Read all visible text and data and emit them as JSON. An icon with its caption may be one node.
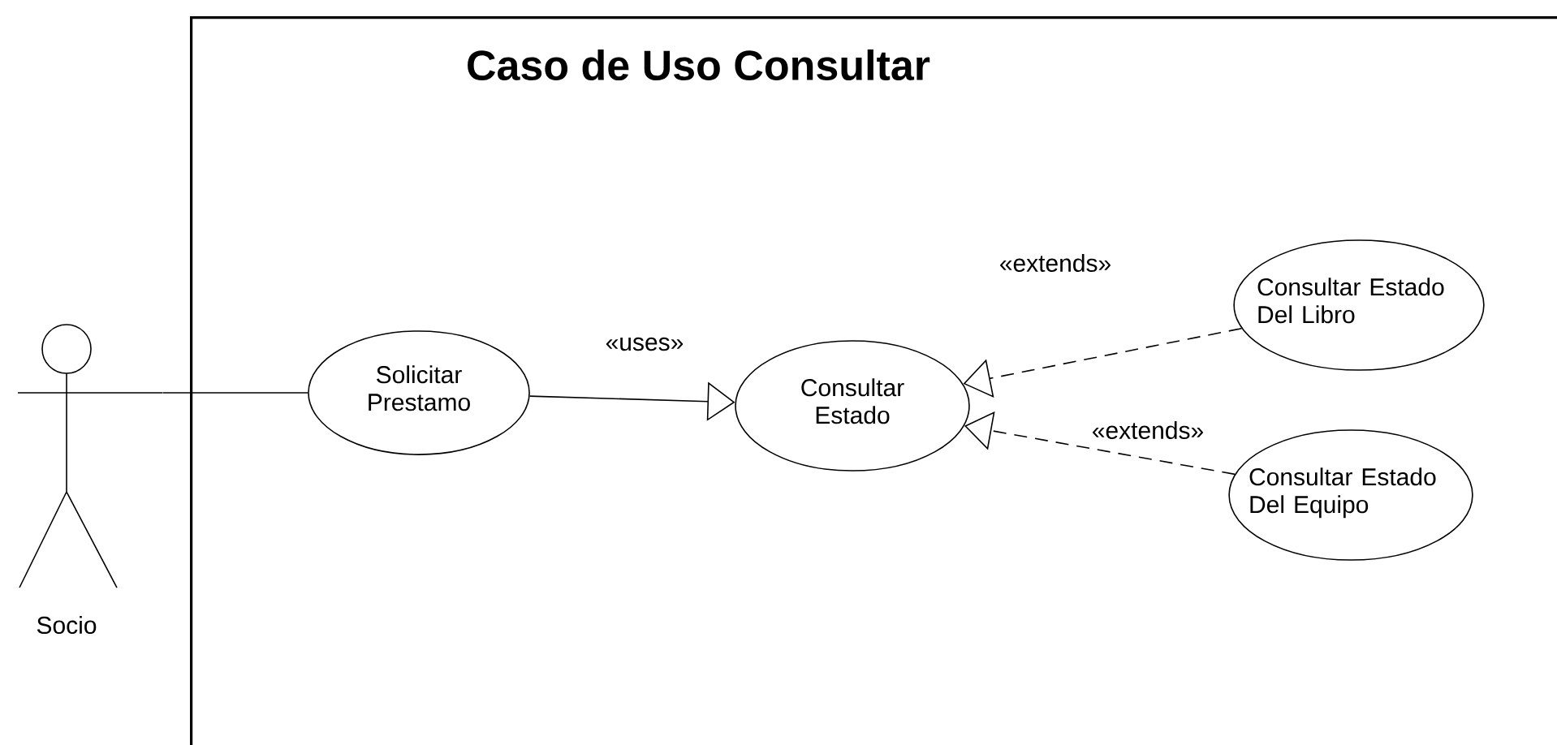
{
  "diagram": {
    "nodes": [
      {
        "text": [
          "Caso de Uso Consultar"
        ]
      },
      {
        "text": [
          "Socio"
        ]
      },
      {
        "text": [
          "Solicitar Prestamo"
        ],
        "in": 0
      },
      {
        "text": [
          "Consultar Estado"
        ],
        "in": 0
      },
      {
        "text": [
          "Consultar Estado Del Libro"
        ],
        "in": 0
      },
      {
        "text": [
          "Consultar Estado Del Equipo"
        ],
        "in": 0
      }
    ],
    "edges": [
      {
        "from": 1,
        "to": 2,
        "arrow": "none"
      },
      {
        "from": 2,
        "to": 3,
        "arrow": "to",
        "label": "«uses»"
      },
      {
        "from": 4,
        "to": 3,
        "arrow": "to",
        "label": "«extends»",
        "style": "dashed"
      },
      {
        "from": 5,
        "to": 3,
        "arrow": "to",
        "label": "«extends»",
        "style": "dashed"
      }
    ]
  }
}
